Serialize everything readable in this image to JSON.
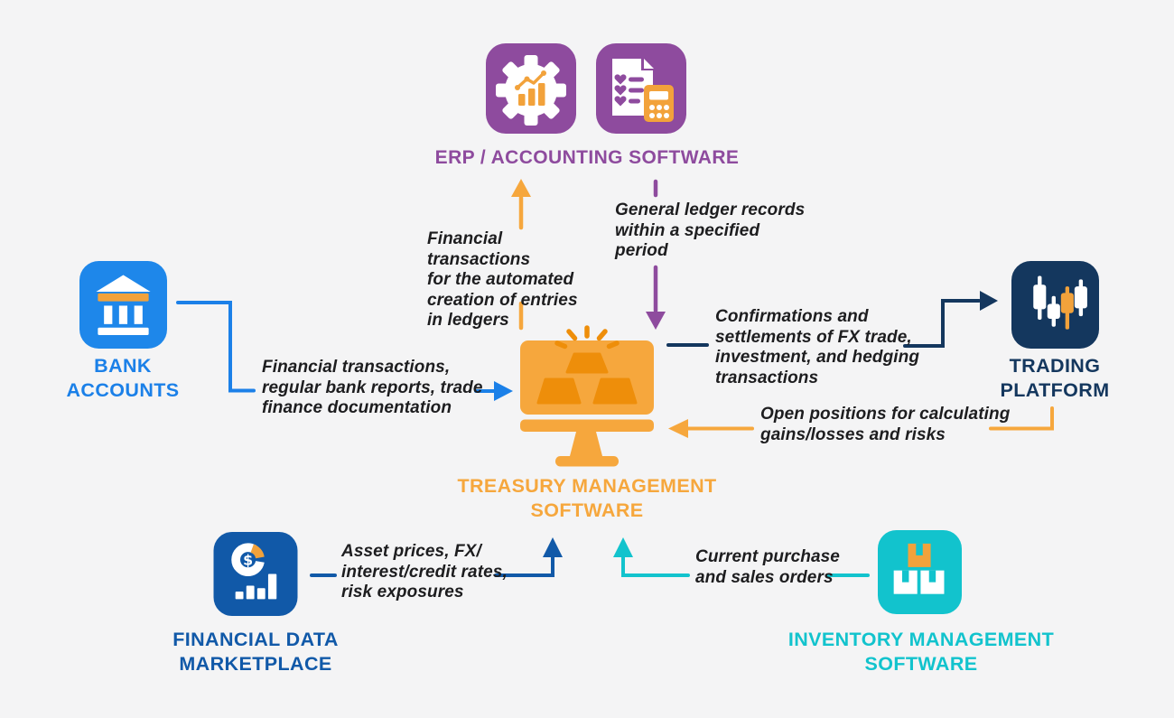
{
  "title": "Treasury management software integrations diagram",
  "colors": {
    "background": "#F4F4F5",
    "purple": "#8E4B9E",
    "bank_blue": "#1B80E8",
    "navy": "#14375E",
    "treasury_orange": "#F6A73D",
    "gold_orange": "#EE8E0A",
    "icon_accent_orange": "#F2A23B",
    "data_blue": "#1159A8",
    "teal": "#12C3CD",
    "annotation_text": "#1D1D1F"
  },
  "nodes": {
    "erp": {
      "label": "ERP / ACCOUNTING SOFTWARE",
      "color": "#8E4B9E",
      "icons": [
        "gear-analytics-icon",
        "checklist-calculator-icon"
      ]
    },
    "bank": {
      "label": "BANK\nACCOUNTS",
      "color": "#1B80E8",
      "icons": [
        "bank-building-icon"
      ]
    },
    "trading": {
      "label": "TRADING\nPLATFORM",
      "color": "#14375E",
      "icons": [
        "candlestick-chart-icon"
      ]
    },
    "treasury": {
      "label": "TREASURY MANAGEMENT\nSOFTWARE",
      "color": "#F6A73D",
      "icons": [
        "monitor-gold-bars-icon"
      ]
    },
    "financial_data": {
      "label": "FINANCIAL DATA\nMARKETPLACE",
      "color": "#1159A8",
      "icons": [
        "donut-dollar-chart-icon"
      ]
    },
    "inventory": {
      "label": "INVENTORY MANAGEMENT\nSOFTWARE",
      "color": "#12C3CD",
      "icons": [
        "stacked-boxes-icon"
      ]
    }
  },
  "flows": {
    "bank_to_treasury": {
      "text": "Financial transactions,\nregular bank reports, trade\nfinance documentation",
      "color": "#1B80E8"
    },
    "treasury_to_erp": {
      "text": "Financial transactions\nfor the automated\ncreation of entries\nin ledgers",
      "color": "#F6A73D"
    },
    "erp_to_treasury": {
      "text": "General ledger records\nwithin a specified\nperiod",
      "color": "#8E4B9E"
    },
    "treasury_to_trading": {
      "text": "Confirmations and\nsettlements of FX trade,\ninvestment, and hedging\ntransactions",
      "color": "#14375E"
    },
    "trading_to_treasury": {
      "text": "Open positions for calculating\ngains/losses and risks",
      "color": "#F6A73D"
    },
    "financial_data_to_treasury": {
      "text": "Asset prices, FX/\ninterest/credit rates,\nrisk exposures",
      "color": "#1159A8"
    },
    "inventory_to_treasury": {
      "text": "Current purchase\nand sales orders",
      "color": "#12C3CD"
    }
  }
}
